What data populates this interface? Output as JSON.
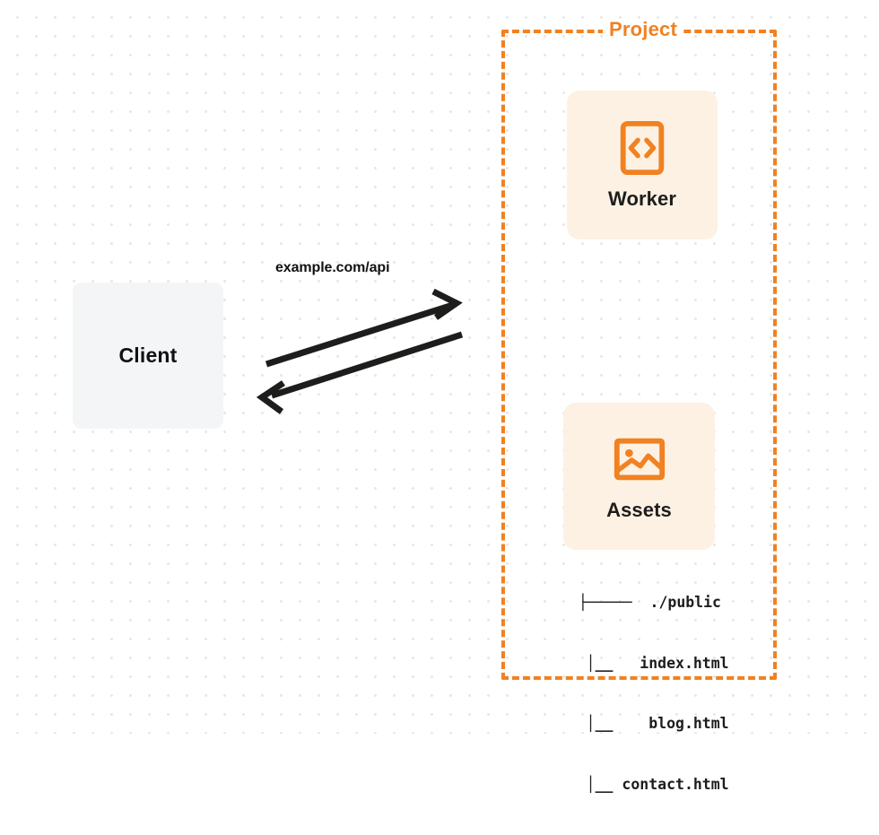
{
  "diagram": {
    "title_label": "Project",
    "accent_color": "#f18121",
    "card_bg_color": "#fdf1e3",
    "client": {
      "label": "Client",
      "bg_color": "#f4f5f7"
    },
    "connection": {
      "label": "example.com/api",
      "direction": "bidirectional"
    },
    "nodes": [
      {
        "id": "worker",
        "label": "Worker",
        "icon": "code-brackets-icon"
      },
      {
        "id": "assets",
        "label": "Assets",
        "icon": "image-picture-icon"
      }
    ],
    "file_tree": [
      "├─────  ./public",
      "     │__   index.html",
      "     │__    blog.html",
      "     │__ contact.html"
    ]
  }
}
